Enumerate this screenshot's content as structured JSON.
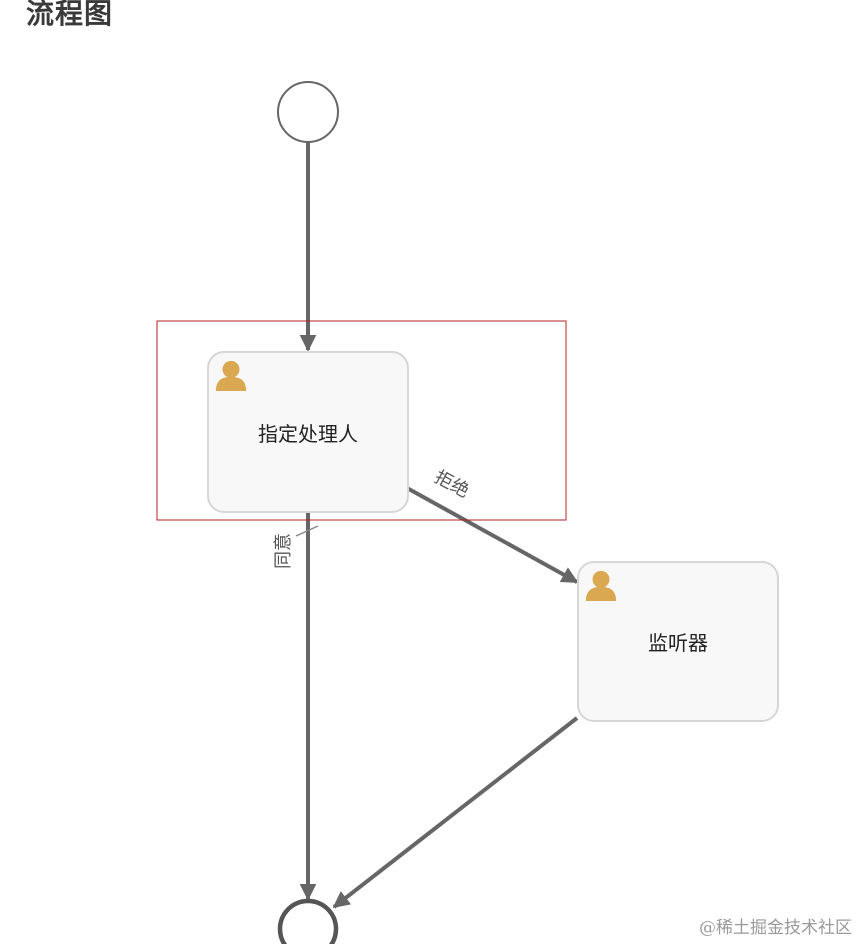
{
  "page": {
    "title": "流程图",
    "watermark": "@稀土掘金技术社区"
  },
  "diagram": {
    "tasks": {
      "assign_handler": {
        "label": "指定处理人",
        "icon": "user-icon"
      },
      "listener": {
        "label": "监听器",
        "icon": "user-icon"
      }
    },
    "flows": {
      "reject": {
        "label": "拒绝"
      },
      "agree": {
        "label": "同意"
      }
    },
    "colors": {
      "flow_line": "#666666",
      "task_border": "#d6d6d6",
      "task_fill": "#f8f8f8",
      "event_border": "#666666",
      "user_icon": "#d9a851",
      "selection_box": "#b22222"
    }
  }
}
